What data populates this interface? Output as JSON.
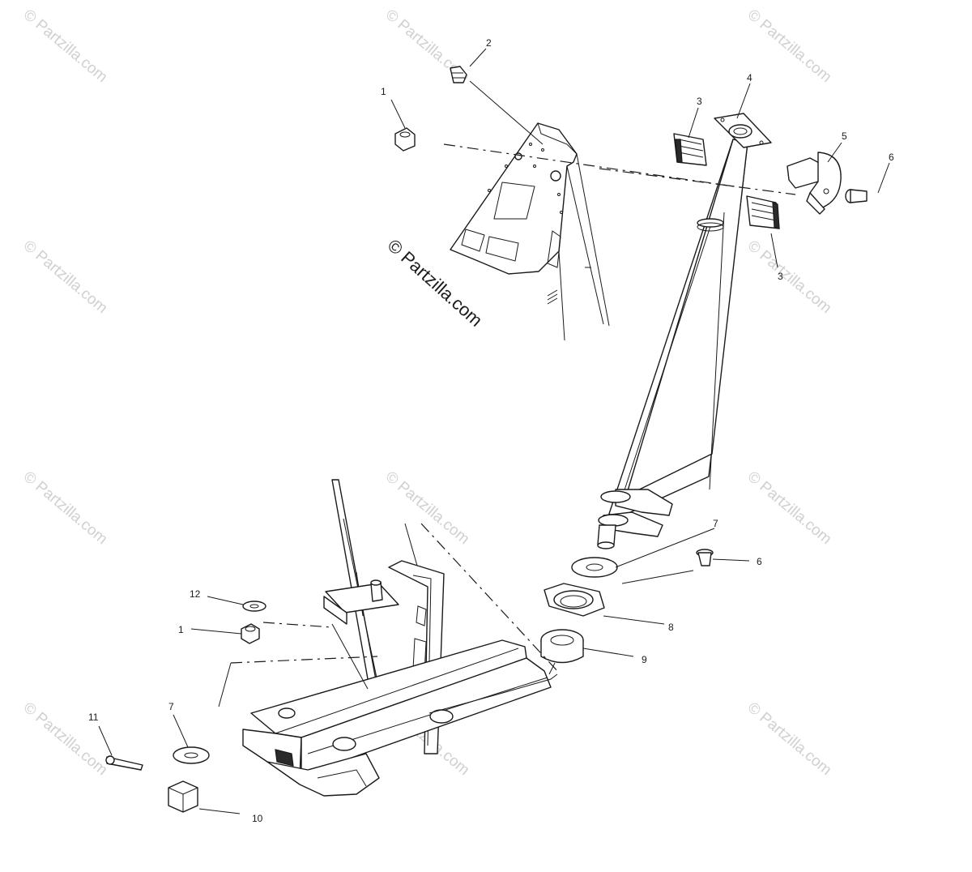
{
  "watermark": "© Partzilla.com",
  "copyright": "© Partzilla.com",
  "callouts": [
    {
      "id": "c1a",
      "label": "1"
    },
    {
      "id": "c2",
      "label": "2"
    },
    {
      "id": "c3a",
      "label": "3"
    },
    {
      "id": "c4",
      "label": "4"
    },
    {
      "id": "c5",
      "label": "5"
    },
    {
      "id": "c6a",
      "label": "6"
    },
    {
      "id": "c3b",
      "label": "3"
    },
    {
      "id": "c7a",
      "label": "7"
    },
    {
      "id": "c6b",
      "label": "6"
    },
    {
      "id": "c12",
      "label": "12"
    },
    {
      "id": "c1b",
      "label": "1"
    },
    {
      "id": "c8",
      "label": "8"
    },
    {
      "id": "c9",
      "label": "9"
    },
    {
      "id": "c11",
      "label": "11"
    },
    {
      "id": "c7b",
      "label": "7"
    },
    {
      "id": "c10",
      "label": "10"
    }
  ]
}
